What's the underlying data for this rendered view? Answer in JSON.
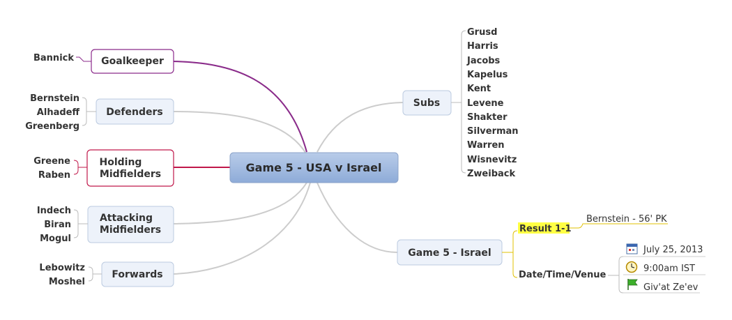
{
  "central": {
    "title": "Game 5 - USA v Israel"
  },
  "left_topics": [
    {
      "id": "goalkeeper",
      "label": [
        "Goalkeeper"
      ],
      "children": [
        "Bannick"
      ]
    },
    {
      "id": "defenders",
      "label": [
        "Defenders"
      ],
      "children": [
        "Bernstein",
        "Alhadeff",
        "Greenberg"
      ]
    },
    {
      "id": "holding",
      "label": [
        "Holding",
        "Midfielders"
      ],
      "children": [
        "Greene",
        "Raben"
      ]
    },
    {
      "id": "attacking",
      "label": [
        "Attacking",
        "Midfielders"
      ],
      "children": [
        "Indech",
        "Biran",
        "Mogul"
      ]
    },
    {
      "id": "forwards",
      "label": [
        "Forwards"
      ],
      "children": [
        "Lebowitz",
        "Moshel"
      ]
    }
  ],
  "subs": {
    "label": "Subs",
    "children": [
      "Grusd",
      "Harris",
      "Jacobs",
      "Kapelus",
      "Kent",
      "Levene",
      "Shakter",
      "Silverman",
      "Warren",
      "Wisnevitz",
      "Zweiback"
    ]
  },
  "game": {
    "label": "Game 5 - Israel",
    "result": {
      "label": "Result 1-1",
      "highlight_color": "#ffff44",
      "note": "Bernstein - 56' PK"
    },
    "datetime": {
      "label": "Date/Time/Venue",
      "items": [
        {
          "icon": "calendar-icon",
          "text": "July 25, 2013"
        },
        {
          "icon": "clock-icon",
          "text": "9:00am IST"
        },
        {
          "icon": "flag-icon",
          "text": "Giv'at Ze'ev"
        }
      ]
    }
  },
  "colors": {
    "goalkeeper_branch": "#8b2a8b",
    "holding_branch": "#c0174a",
    "default_branch": "#cccccc",
    "central_fill": "#a3bbe0",
    "topic_fill": "#edf2fa",
    "result_line": "#e0c000"
  }
}
